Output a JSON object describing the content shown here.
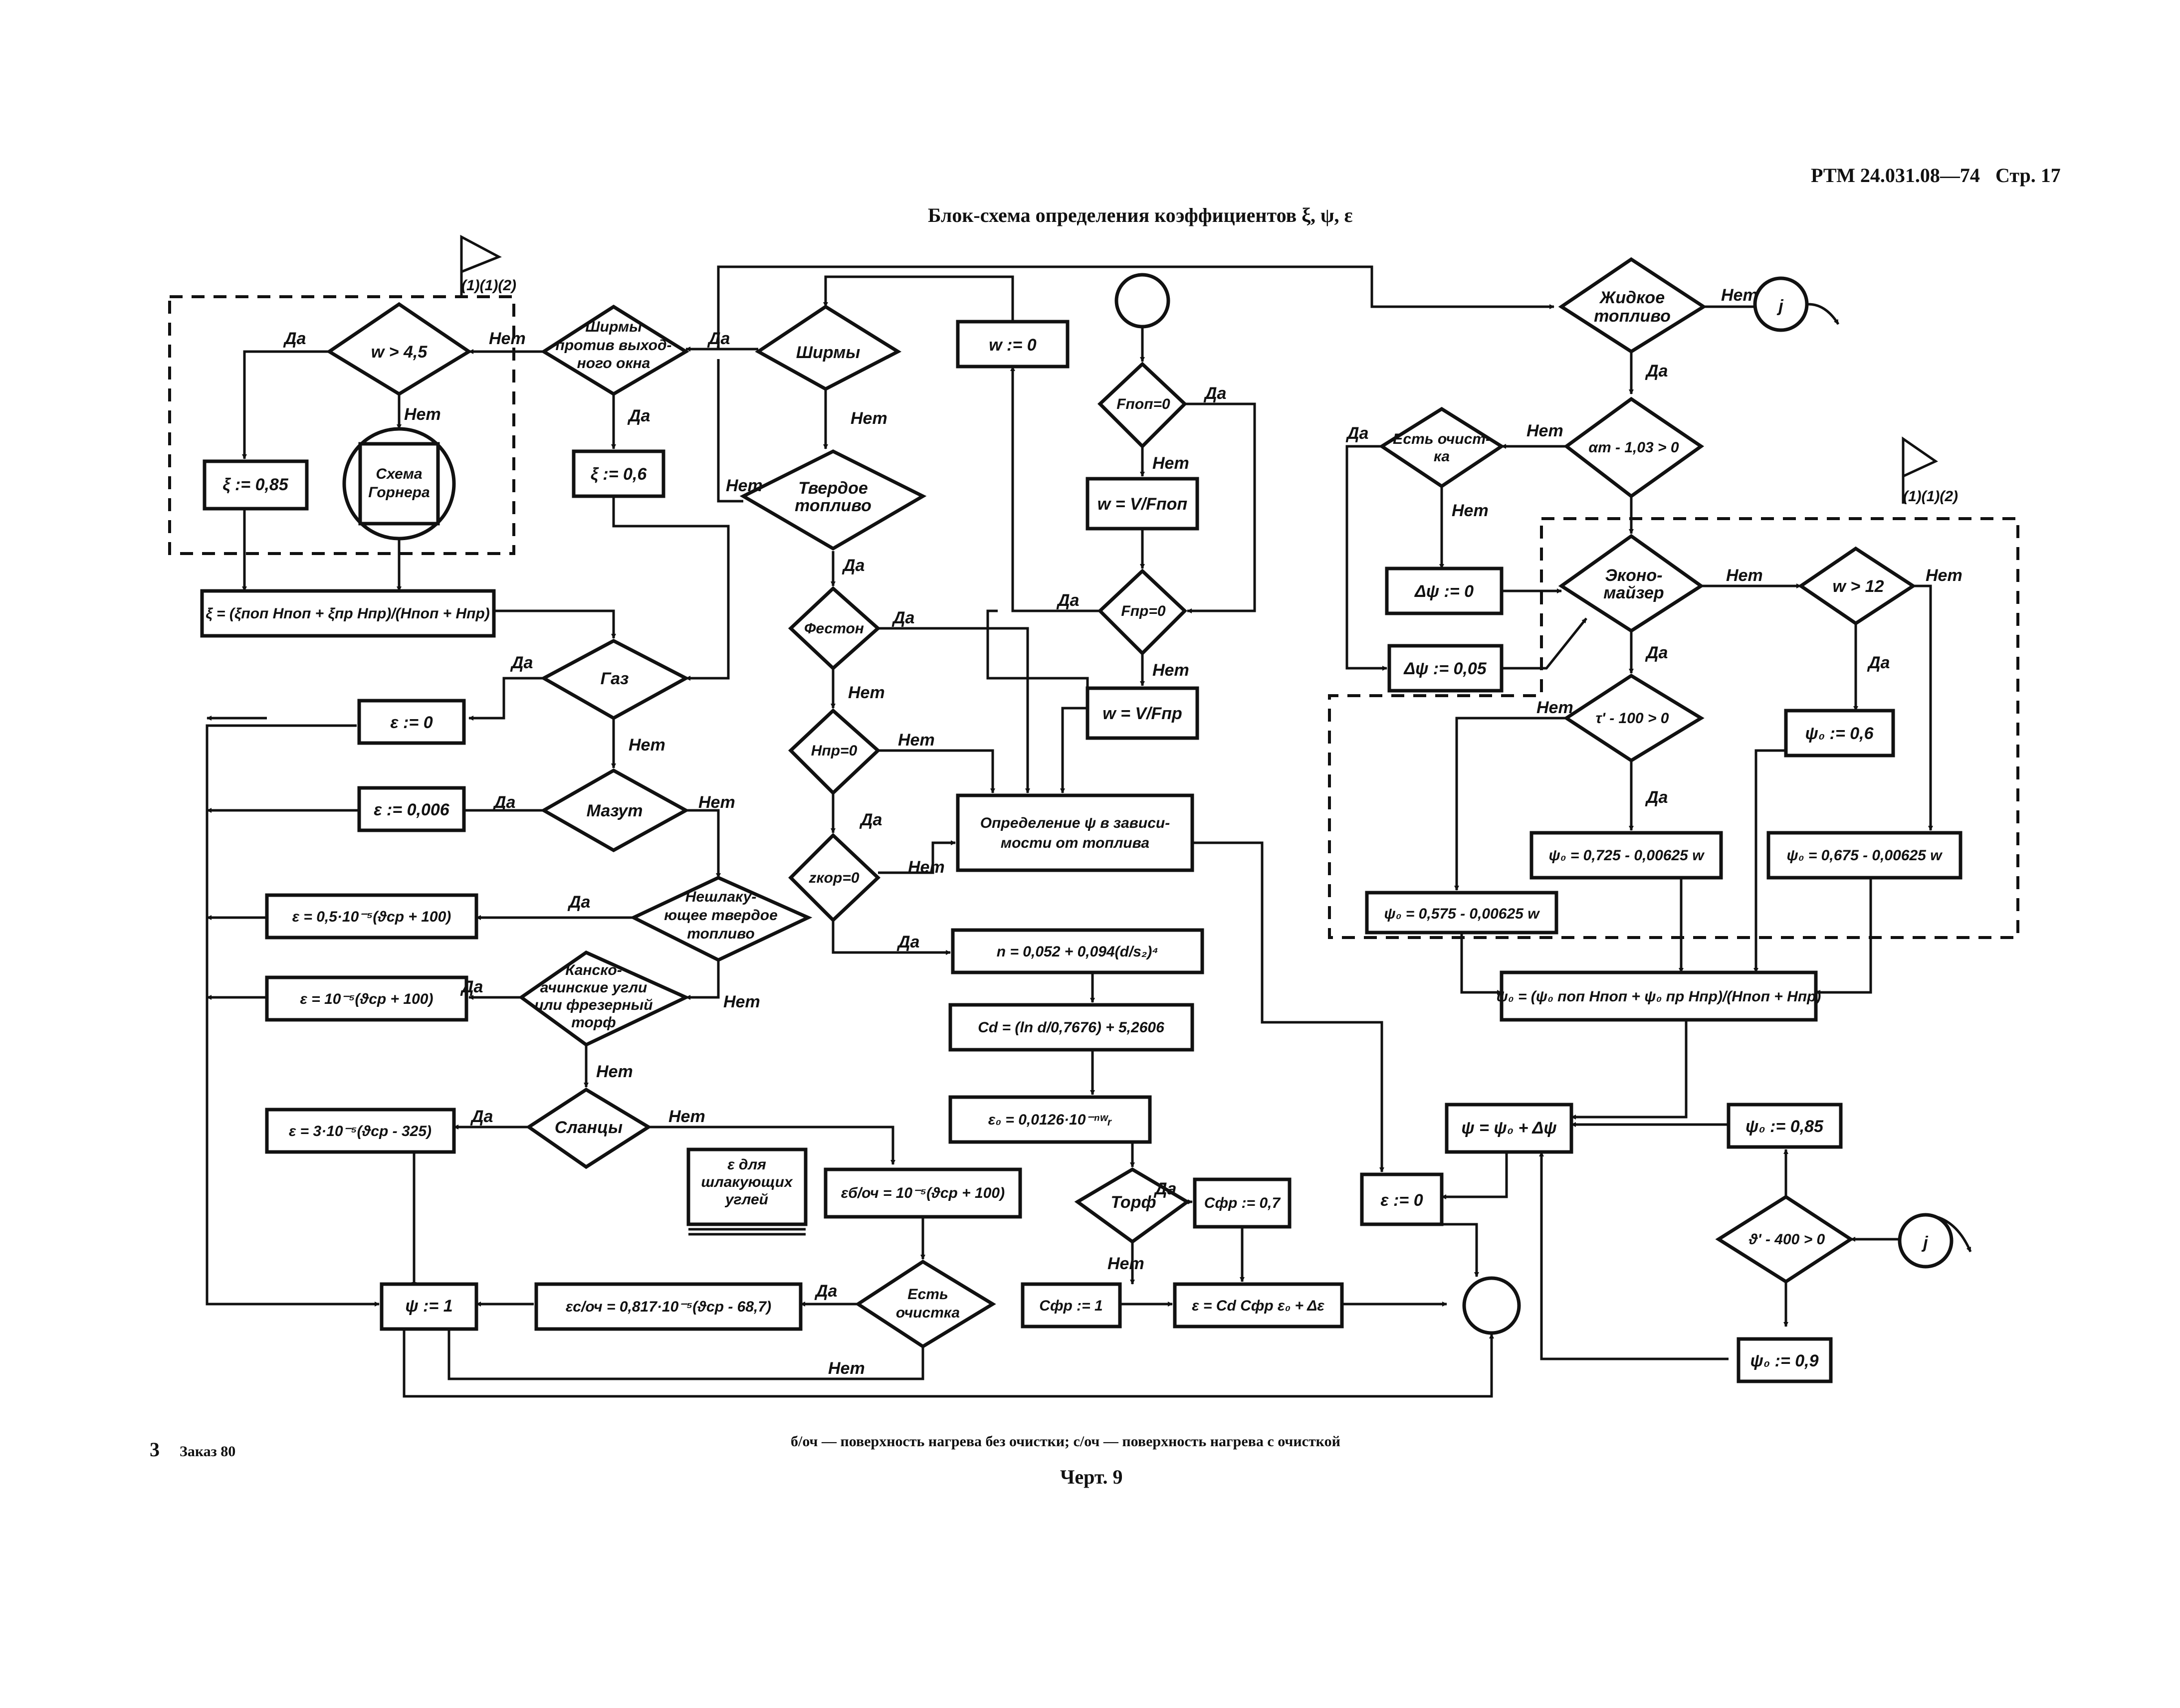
{
  "header": {
    "doc_ref": "РТМ 24.031.08—74",
    "page": "Стр. 17",
    "title": "Блок-схема определения коэффициентов ξ, ψ, ε"
  },
  "footer": {
    "left_num": "3",
    "order": "Заказ 80",
    "legend": "б/оч — поверхность нагрева без очистки; с/оч — поверхность нагрева с очисткой",
    "figure": "Черт. 9"
  },
  "flags": {
    "left": "(1)(1)(2)",
    "right": "(1)(1)(2)"
  },
  "labels": {
    "yes": "Да",
    "no": "Нет",
    "connector_j": "j"
  },
  "decisions": {
    "w_gt_45": "w > 4,5",
    "shirmy_okna": [
      "Ширмы",
      "против выход-",
      "ного окна"
    ],
    "shirmy": "Ширмы",
    "tverdoe": [
      "Твердое",
      "топливо"
    ],
    "feston": "Фестон",
    "hnp0": "Hпр=0",
    "zkor0": "zкор=0",
    "fpop0": "Fпоп=0",
    "fpr0": "Fпр=0",
    "gaz": "Газ",
    "mazut": "Мазут",
    "neshlak": [
      "Нешлаку-",
      "ющее твердое",
      "топливо"
    ],
    "kansk": [
      "Канско-",
      "ачинские угли",
      "или фрезерный",
      "торф"
    ],
    "slancy": "Сланцы",
    "est_ochistka": [
      "Есть",
      "очистка"
    ],
    "torf": "Торф",
    "zhidkoe": [
      "Жидкое",
      "топливо"
    ],
    "alpha": "αт - 1,03 > 0",
    "est_ochist_ka": [
      "Есть очист-",
      "ка"
    ],
    "ekonomaizer": [
      "Эконо-",
      "майзер"
    ],
    "w_gt_12": "w > 12",
    "tau": "τ' - 100 > 0",
    "theta": "ϑ' - 400 > 0"
  },
  "processes": {
    "xi085": "ξ := 0,85",
    "xi06": "ξ := 0,6",
    "shema": [
      "Схема",
      "Горнера"
    ],
    "xi_formula": "ξ = (ξпоп Hпоп + ξпр Hпр)/(Hпоп + Hпр)",
    "w_assign": "w := 0",
    "w_fpop": "w = V/Fпоп",
    "w_fpr": "w = V/Fпр",
    "eps0": "ε := 0",
    "eps0006": "ε := 0,006",
    "eps_05": "ε = 0,5·10⁻⁵(ϑср + 100)",
    "eps_10": "ε = 10⁻⁵(ϑср + 100)",
    "eps_3": "ε = 3·10⁻⁵(ϑср - 325)",
    "eps_bo": "εб/оч = 10⁻⁵(ϑср + 100)",
    "eps_so": "εс/оч = 0,817·10⁻⁵(ϑср - 68,7)",
    "eps_note": [
      "ε для",
      "шлакующих",
      "углей"
    ],
    "psi1": "ψ := 1",
    "opr_psi": [
      "Определение ψ в зависи-",
      "мости от топлива"
    ],
    "n_formula": "n = 0,052 + 0,094(d/s₂)⁴",
    "cd_formula": "Cd = (ln d/0,7676) + 5,2606",
    "eps0_formula": "ε₀ = 0,0126·10⁻ⁿʷᵣ",
    "cfr07": "Cфр := 0,7",
    "cfr1": "Cфр := 1",
    "eps_final": "ε = Cd Cфр ε₀ + Δε",
    "eps0_right": "ε := 0",
    "dpsi0": "Δψ := 0",
    "dpsi005": "Δψ := 0,05",
    "psi06": "ψ₀ := 0,6",
    "psi0725": "ψ₀ = 0,725 - 0,00625 w",
    "psi0675": "ψ₀ = 0,675 - 0,00625 w",
    "psi0575": "ψ₀ = 0,575 - 0,00625 w",
    "psi_avg": "ψ₀ = (ψ₀ поп Hпоп + ψ₀ пр Hпр)/(Hпоп + Hпр)",
    "psi_sum": "ψ = ψ₀ + Δψ",
    "psi085": "ψ₀ := 0,85",
    "psi09": "ψ₀ := 0,9"
  }
}
